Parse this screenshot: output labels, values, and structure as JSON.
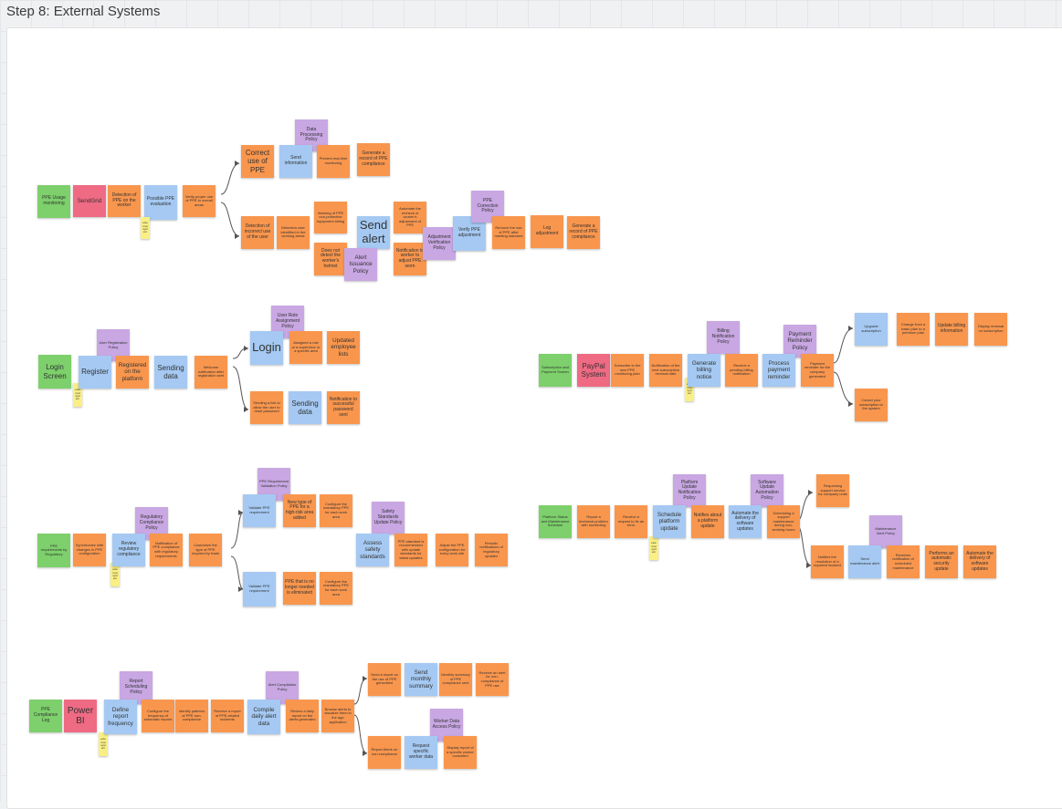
{
  "page_title": "Step 8: External Systems",
  "colors": {
    "orange": "#f9964d",
    "blue": "#a5c9f2",
    "purple": "#c8a7e3",
    "green": "#7dd06b",
    "red": "#ef6a83",
    "yellow": "#f9ef84"
  },
  "flows": {
    "ppe_monitoring": {
      "start": "PPE Usage monitoring",
      "system": "SendGrid",
      "detection": "Detection of PPE on the worker",
      "evaluation": "Possible PPE evaluation",
      "verify": "Verify proper use of PPE in overall areas",
      "correct_use": "Correct use of PPE",
      "data_policy": "Data Processing Policy",
      "send_info": "Send information",
      "prevent_monitoring": "Prevent real-time monitoring",
      "generate_record_top": "Generate a record of PPE compliance",
      "incorrect": "Detection of incorrect use of the user",
      "detection_user": "Detection user identified in the working areas",
      "ppe_violation": "Warning of PPE non-protective equipment sitting",
      "not_detected": "Does not detect the worker's helmet",
      "send_alert": "Send alert",
      "alert_policy": "Alert Issuance Policy",
      "automated_check": "Automate the recheck of worker's adjustment of PPE",
      "notify_adjust": "Notification to worker to adjust PPE worn",
      "adjustment_policy": "Adjustment Verification Policy",
      "verify_adjustment": "Verify PPE adjustment",
      "correction_policy": "PPE Correction Policy",
      "remove_ppe": "Remove the use of PPE after meeting standard",
      "log_adjustment": "Log adjustment",
      "generate_record_bottom": "Generate a record of PPE compliance"
    },
    "login": {
      "start": "Login Screen",
      "register_policy": "User Registration Policy",
      "register": "Register",
      "registered": "Registered on the platform",
      "sending_data": "Sending data",
      "welcome": "Welcome notification after registration sent",
      "role_policy": "User Role Assignment Policy",
      "login": "Login",
      "assign_role": "Assigned a role or a supervisor or a specific area",
      "updated_lists": "Updated employee lists",
      "sending_link": "Sending a link to allow the user to reset password",
      "sending_data_2": "Sending data",
      "notify_password": "Notification to successful password sent"
    },
    "subscription": {
      "start": "Subscription and Payment Screen",
      "system": "PayPal System",
      "subscribe": "Subscribe to the new PPE monitoring plan",
      "notify_renewal": "Notification of the next subscription renewal date",
      "billing_policy": "Billing Notification Policy",
      "generate_billing": "Generate billing notice",
      "receive_billing": "Receive a pending billing notification",
      "reminder_policy": "Payment Reminder Policy",
      "process_reminder": "Process payment reminder",
      "payment_reminder": "Payment reminder for the company generated",
      "upgrade": "Upgrade subscription",
      "change_plan": "Change from a basic plan to a premium plan",
      "update_billing": "Update billing information",
      "display_renewal": "Display renewal on subscription",
      "cancel": "Cancel your subscription to the system"
    },
    "regulatory": {
      "start": "PPE requirements by Regulatory",
      "synchronize": "Synchronize with changes in PPE configuration",
      "reg_policy": "Regulatory Compliance Policy",
      "review": "Review regulatory compliance",
      "notify_ppe": "Notification of PPE compliance with regulatory requirements",
      "customize": "Customize the type of PPE required by trade",
      "validation_policy": "PPE Requirement Validation Policy",
      "validate_top": "Validate PPE requirement",
      "new_type": "New type of PPE for a high-risk area added",
      "configure_top": "Configure the mandatory PPE for each work area",
      "safety_policy": "Safety Standards Update Policy",
      "assess": "Assess safety standards",
      "recommend": "PPE standard is recommended with update standards for latest updates",
      "adjust_config": "Adjust the PPE configuration for every work site",
      "periodic": "Periodic notifications of regulatory updates",
      "validate_bottom": "Validate PPE requirement",
      "ppe_removed": "PPE that is no longer needed is eliminated",
      "configure_bottom": "Configure the mandatory PPE for each work area"
    },
    "maintenance": {
      "start": "Platform Status and Maintenance Schedule",
      "report": "Report a technical problem with monitoring",
      "receive_request": "Receive a request to fix an error",
      "notify_policy": "Platform Update Notification Policy",
      "schedule": "Schedule platform update",
      "notify_update": "Notifies about a platform update",
      "automation_policy": "Software Update Automation Policy",
      "automate": "Automate the delivery of software updates",
      "scheduling": "Scheduling a support maintenance during non-working hours",
      "request_support": "Requesting support service for company units",
      "maint_policy": "Maintenance Alert Policy",
      "notifies_resolution": "Notifies the resolution of a reported incident",
      "send_maint": "Send maintenance alert",
      "receive_maint": "Receives notification of scheduled maintenance",
      "perform": "Performs an automatic security update",
      "automate_delivery": "Automate the delivery of software updates"
    },
    "reporting": {
      "start": "PPE Compliance Log",
      "system": "Power BI",
      "sched_policy": "Report Scheduling Policy",
      "define": "Define report frequency",
      "configure": "Configure the frequency of automatic reports",
      "identify": "Identify patterns of PPE non-compliance",
      "receive_report": "Receive a report of PPE-related incidents",
      "alert_policy": "Alert Compilation Policy",
      "compile": "Compile daily alert data",
      "review_daily": "Review a daily report on the alerts generated",
      "browse": "Browse alerts to visualize them in the app application",
      "send_report": "Send a report on the use of PPE generated",
      "send_monthly": "Send monthly summary",
      "monthly_summary": "Monthly summary of PPE compliance sent",
      "receive_alert": "Receive an alert for non-compliance of PPE use",
      "report_alerts": "Report Alerts on non-compliance",
      "access_policy": "Worker Data Access Policy",
      "request": "Request specific worker data",
      "display": "Display report of a specific worker consulted"
    }
  },
  "handwritten_tag": "external system"
}
